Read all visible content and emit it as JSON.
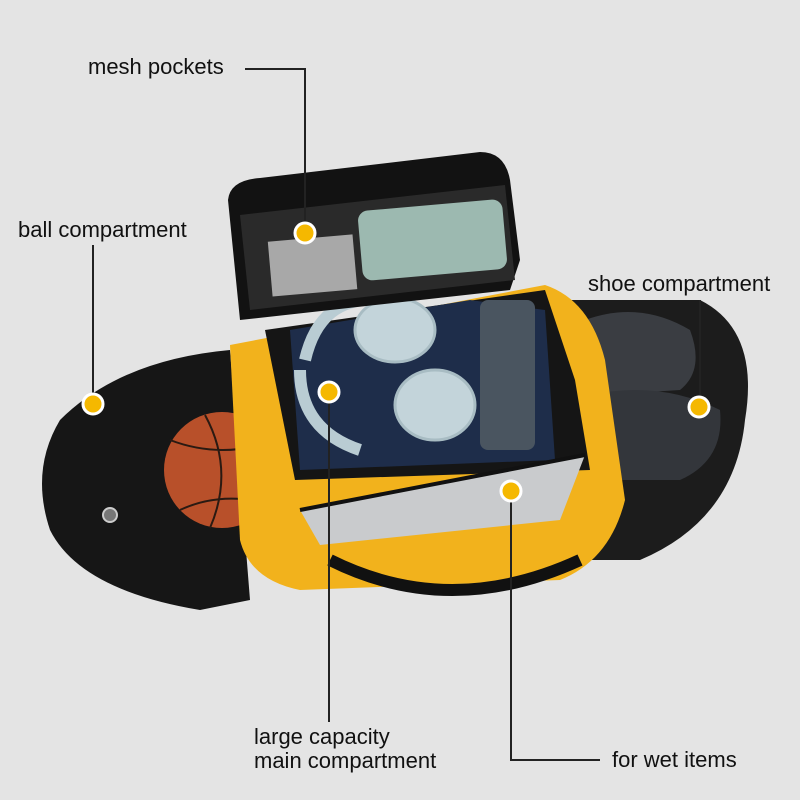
{
  "labels": {
    "mesh_pockets": "mesh pockets",
    "ball_compartment": "ball compartment",
    "shoe_compartment": "shoe compartment",
    "main_line1": "large capacity",
    "main_line2": "main compartment",
    "wet_items": "for wet items"
  },
  "colors": {
    "background": "#e4e4e4",
    "marker": "#f5b800",
    "bag_yellow": "#f2b21c",
    "bag_black": "#1a1a1a"
  }
}
